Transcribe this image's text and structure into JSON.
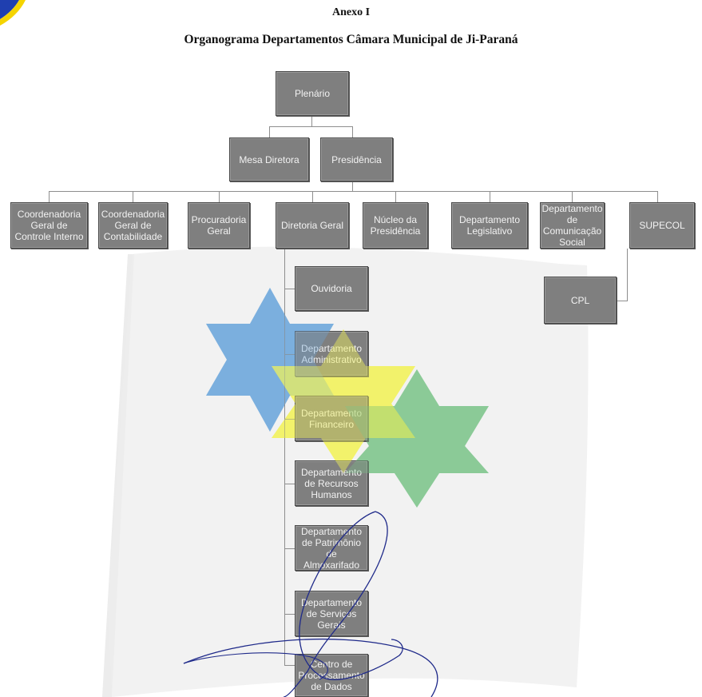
{
  "header": {
    "annex": "Anexo I",
    "title": "Organograma Departamentos Câmara Municipal de Ji-Paraná"
  },
  "org": {
    "plenario": "Plenário",
    "mesa_diretora": "Mesa Diretora",
    "presidencia": "Presidência",
    "departments": [
      "Coordenadoria\nGeral de\nControle Interno",
      "Coordenadoria\nGeral de\nContabilidade",
      "Procuradoria\nGeral",
      "Diretoria Geral",
      "Núcleo da\nPresidência",
      "Departamento\nLegislativo",
      "Departamento\nde Comunicação\nSocial",
      "SUPECOL"
    ],
    "cpl": "CPL",
    "diretoria_units": [
      "Ouvidoria",
      "Departamento\nAdministrativo",
      "Departamento\nFinanceiro",
      "Departamento\nde Recursos\nHumanos",
      "Departamento\nde Patrimônio\nde Almoxarifado",
      "Departamento\nde Serviços\nGerais",
      "Centro de\nProcessamento\nde Dados"
    ]
  },
  "colors": {
    "box_fill": "#7f7f7f",
    "box_text": "#f2f2f2",
    "star_blue": "#6fa8dc",
    "star_yellow": "#f2f25a",
    "star_green": "#7cc48a",
    "signature_ink": "#1f2a8a",
    "corner_blue": "#1f3fb0",
    "corner_yellow": "#f5d400"
  }
}
